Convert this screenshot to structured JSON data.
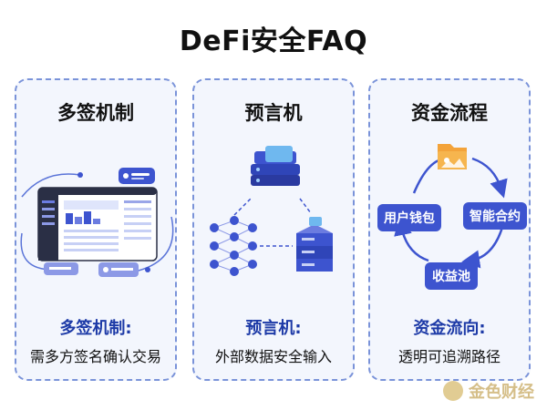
{
  "title": "DeFi安全FAQ",
  "cards": [
    {
      "title": "多签机制",
      "subtitle": "多签机制:",
      "description": "需多方签名确认交易",
      "icon": "multisig-dashboard-illustration"
    },
    {
      "title": "预言机",
      "subtitle": "预言机:",
      "description": "外部数据安全输入",
      "icon": "oracle-network-illustration"
    },
    {
      "title": "资金流程",
      "subtitle": "资金流向:",
      "description": "透明可追溯路径",
      "icon": "fund-flow-cycle-illustration",
      "flow": {
        "node_wallet": "用户钱包",
        "node_contract": "智能合约",
        "node_pool": "收益池"
      }
    }
  ],
  "watermark": "金色财经",
  "colors": {
    "accent": "#3d54cf",
    "card_border": "#7a93d9",
    "subtitle": "#1d3aa7"
  }
}
